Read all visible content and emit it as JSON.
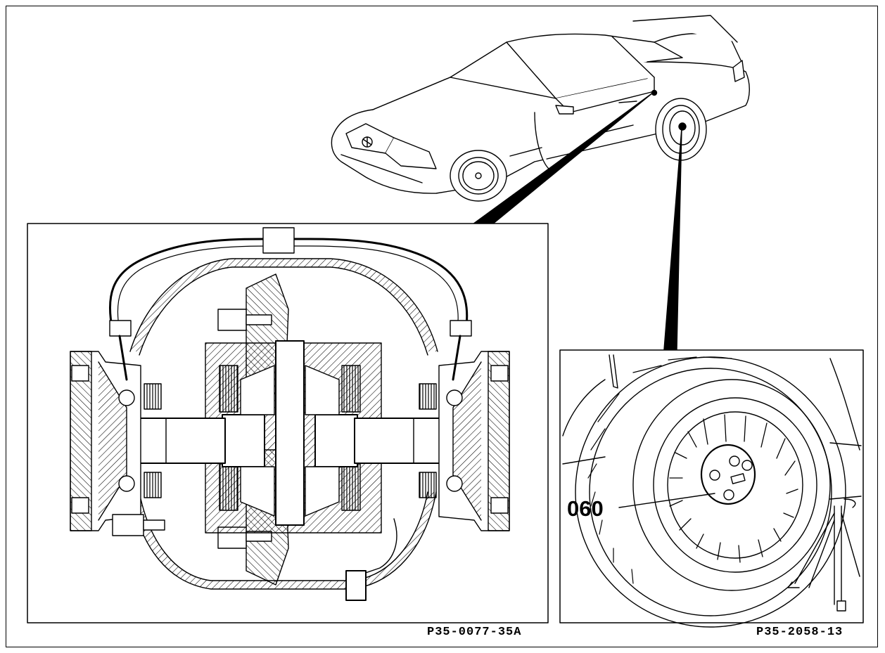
{
  "figures": {
    "differential": {
      "code": "P35-0077-35A"
    },
    "wheel": {
      "code": "P35-2058-13",
      "callout": "060"
    }
  },
  "icons": [
    "car-illustration",
    "differential-cross-section",
    "wheel-hub-detail"
  ]
}
